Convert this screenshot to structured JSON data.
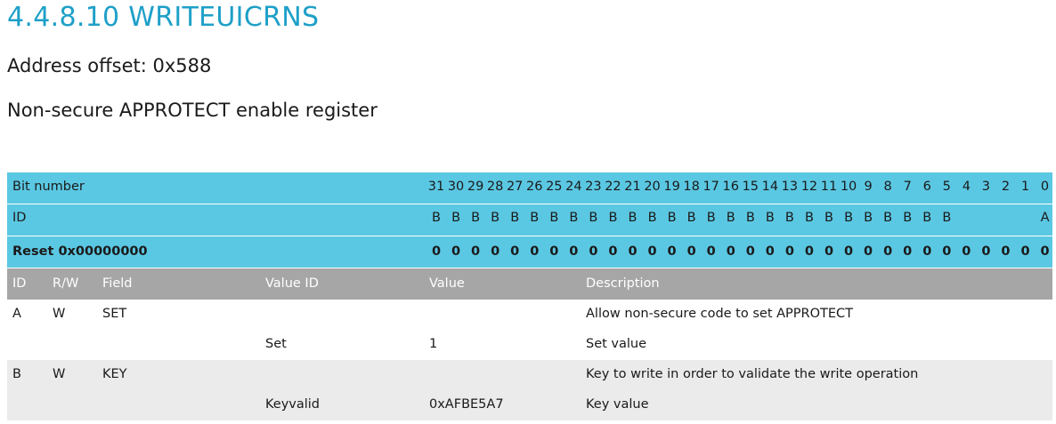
{
  "heading": "4.4.8.10 WRITEUICRNS",
  "address_offset": "Address offset: 0x588",
  "description": "Non-secure APPROTECT enable register",
  "bit_table": {
    "bit_number_label": "Bit number",
    "bits": [
      "31",
      "30",
      "29",
      "28",
      "27",
      "26",
      "25",
      "24",
      "23",
      "22",
      "21",
      "20",
      "19",
      "18",
      "17",
      "16",
      "15",
      "14",
      "13",
      "12",
      "11",
      "10",
      "9",
      "8",
      "7",
      "6",
      "5",
      "4",
      "3",
      "2",
      "1",
      "0"
    ],
    "id_label": "ID",
    "ids": [
      "B",
      "B",
      "B",
      "B",
      "B",
      "B",
      "B",
      "B",
      "B",
      "B",
      "B",
      "B",
      "B",
      "B",
      "B",
      "B",
      "B",
      "B",
      "B",
      "B",
      "B",
      "B",
      "B",
      "B",
      "B",
      "B",
      "B",
      "",
      "",
      "",
      "",
      "A"
    ],
    "reset_label": "Reset 0x00000000",
    "reset_values": [
      "0",
      "0",
      "0",
      "0",
      "0",
      "0",
      "0",
      "0",
      "0",
      "0",
      "0",
      "0",
      "0",
      "0",
      "0",
      "0",
      "0",
      "0",
      "0",
      "0",
      "0",
      "0",
      "0",
      "0",
      "0",
      "0",
      "0",
      "0",
      "0",
      "0",
      "0",
      "0"
    ]
  },
  "field_table": {
    "headers": [
      "ID",
      "R/W",
      "Field",
      "Value ID",
      "Value",
      "Description"
    ],
    "rows": [
      {
        "id": "A",
        "rw": "W",
        "field": "SET",
        "value_id": "",
        "value": "",
        "description": "Allow non-secure code to set APPROTECT"
      },
      {
        "id": "",
        "rw": "",
        "field": "",
        "value_id": "Set",
        "value": "1",
        "description": "Set value"
      },
      {
        "id": "B",
        "rw": "W",
        "field": "KEY",
        "value_id": "",
        "value": "",
        "description": "Key to write in order to validate the write operation"
      },
      {
        "id": "",
        "rw": "",
        "field": "",
        "value_id": "Keyvalid",
        "value": "0xAFBE5A7",
        "description": "Key value"
      }
    ]
  },
  "colors": {
    "accent": "#1ea0c8",
    "table_header_cyan": "#5bc8e3",
    "column_header_gray": "#a6a6a6",
    "row_band_light": "#ebebeb"
  }
}
